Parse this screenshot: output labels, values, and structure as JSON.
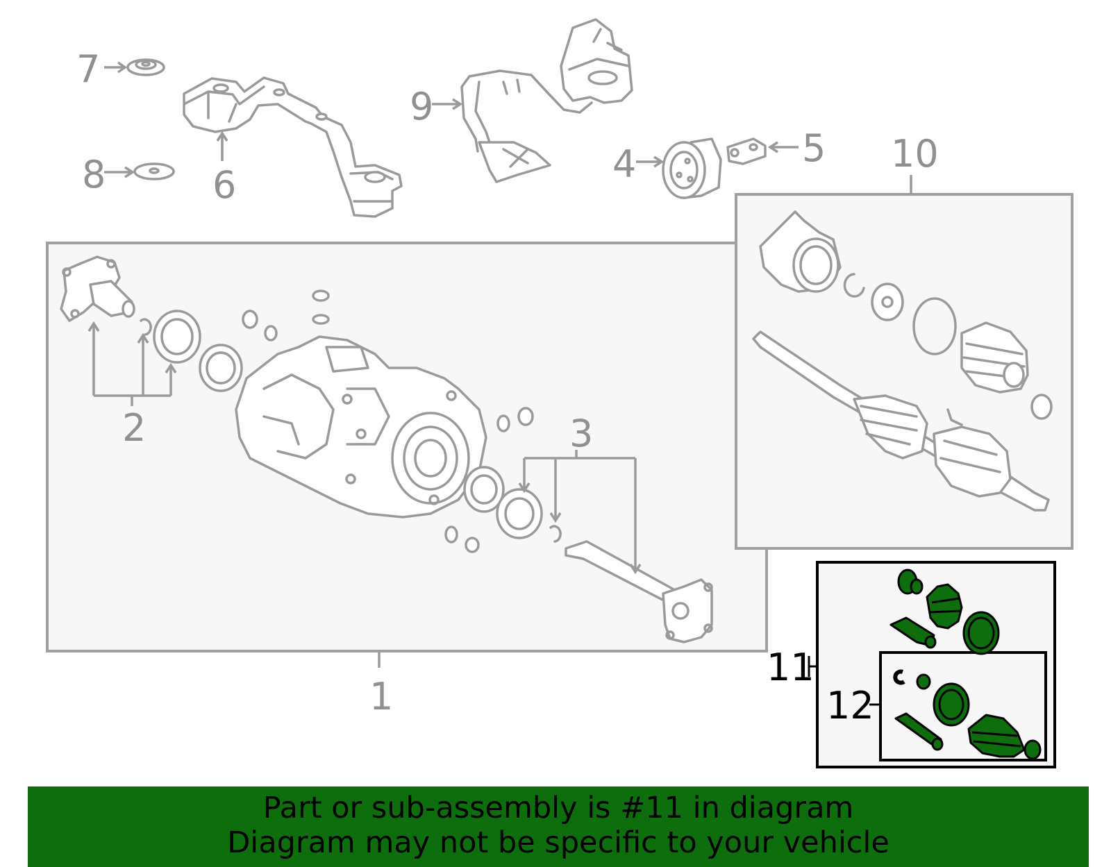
{
  "callouts": {
    "c1": "1",
    "c2": "2",
    "c3": "3",
    "c4": "4",
    "c5": "5",
    "c6": "6",
    "c7": "7",
    "c8": "8",
    "c9": "9",
    "c10": "10",
    "c11": "11",
    "c12": "12"
  },
  "colors": {
    "highlight": "#0e6e0e",
    "line": "#9a9a9a",
    "box_fill": "#f7f7f7"
  },
  "banner": {
    "line1": "Part or sub-assembly is #11 in diagram",
    "line2": "Diagram may not be specific to your vehicle"
  }
}
